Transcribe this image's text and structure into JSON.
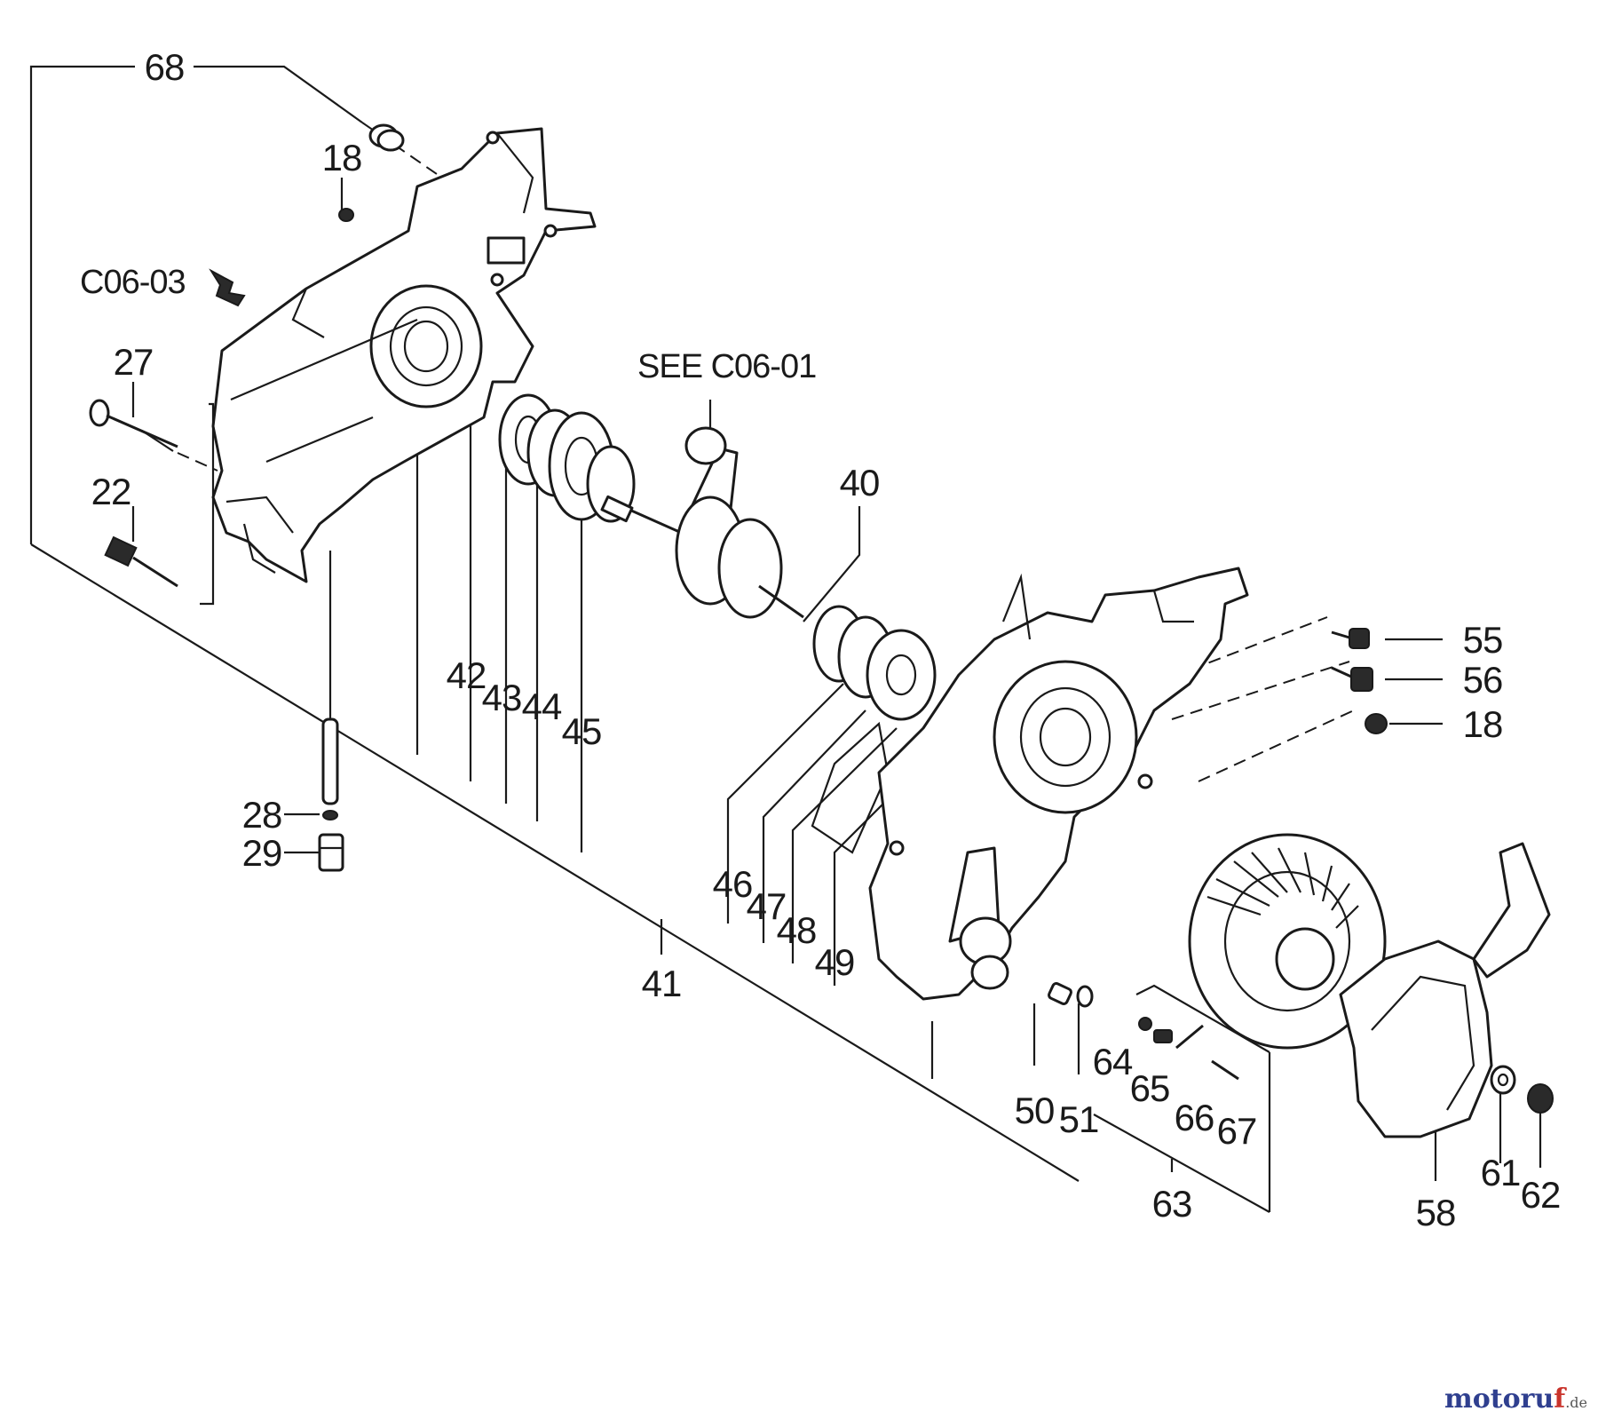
{
  "diagram": {
    "refs": {
      "c06_03": "C06-03",
      "see_c06_01": "SEE C06-01"
    },
    "callouts": {
      "p68": "68",
      "p18a": "18",
      "p27": "27",
      "p22": "22",
      "p28": "28",
      "p29": "29",
      "p42": "42",
      "p43": "43",
      "p44": "44",
      "p45": "45",
      "p40": "40",
      "p41": "41",
      "p46": "46",
      "p47": "47",
      "p48": "48",
      "p49": "49",
      "p50": "50",
      "p51": "51",
      "p55": "55",
      "p56": "56",
      "p18b": "18",
      "p64": "64",
      "p65": "65",
      "p66": "66",
      "p67": "67",
      "p63": "63",
      "p58": "58",
      "p61": "61",
      "p62": "62"
    }
  },
  "watermark": {
    "main": "motoru",
    "accent": "f",
    "tld": ".de"
  }
}
